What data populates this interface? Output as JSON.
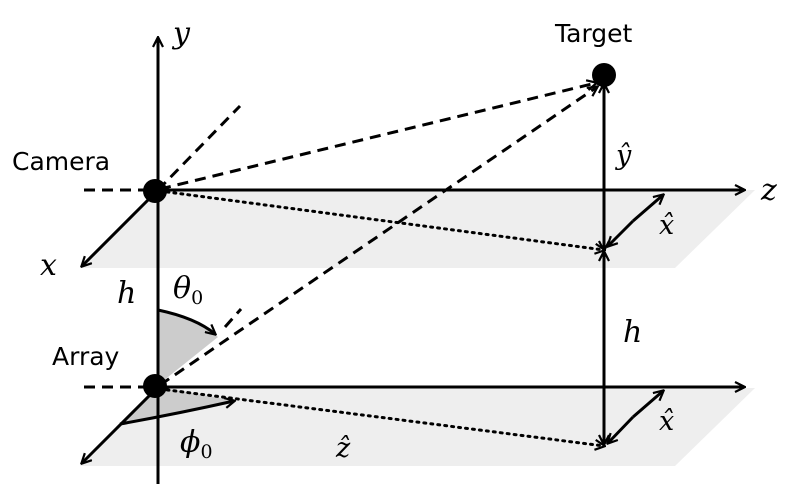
{
  "labels": {
    "axis_y": "y",
    "axis_z": "z",
    "axis_x": "x",
    "camera": "Camera",
    "array": "Array",
    "target": "Target",
    "h_left": "h",
    "h_right": "h",
    "theta_main": "θ",
    "theta_sub": "0",
    "phi_main": "ϕ",
    "phi_sub": "0",
    "y_hat": "ŷ",
    "x_hat_top": "x̂",
    "x_hat_bottom": "x̂",
    "z_hat": "ẑ"
  },
  "colors": {
    "line": "#000000",
    "plane": "#eeeeee",
    "wedge": "#cccccc"
  }
}
